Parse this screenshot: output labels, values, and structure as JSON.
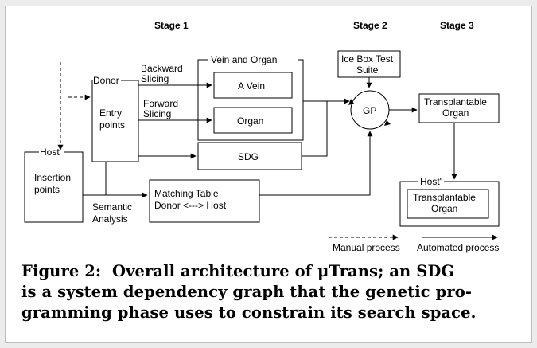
{
  "stages": {
    "stage1": "Stage 1",
    "stage2": "Stage 2",
    "stage3": "Stage 3"
  },
  "nodes": {
    "host": "Host",
    "insertion_line1": "Insertion",
    "insertion_line2": "points",
    "donor": "Donor",
    "entry_line1": "Entry",
    "entry_line2": "points",
    "vein_and_organ": "Vein and Organ",
    "a_vein": "A Vein",
    "organ": "Organ",
    "sdg": "SDG",
    "ice_box_line1": "Ice Box Test",
    "ice_box_line2": "Suite",
    "gp": "GP",
    "transplantable_organ_line1": "Transplantable",
    "transplantable_organ_line2": "Organ",
    "host_prime": "Host'",
    "inner_transplantable_line1": "Transplantable",
    "inner_transplantable_line2": "Organ",
    "matching_line1": "Matching Table",
    "matching_line2": "Donor <---> Host"
  },
  "edge_labels": {
    "backward_line1": "Backward",
    "backward_line2": "Slicing",
    "forward_line1": "Forward",
    "forward_line2": "Slicing",
    "semantic_line1": "Semantic",
    "semantic_line2": "Analysis"
  },
  "legend": {
    "manual": "Manual process",
    "automated": "Automated process"
  },
  "caption": {
    "line1": "Figure 2:  Overall architecture of μTrans; an SDG",
    "line2": "is a system dependency graph that the genetic pro-",
    "line3": "gramming phase uses to constrain its search space."
  }
}
